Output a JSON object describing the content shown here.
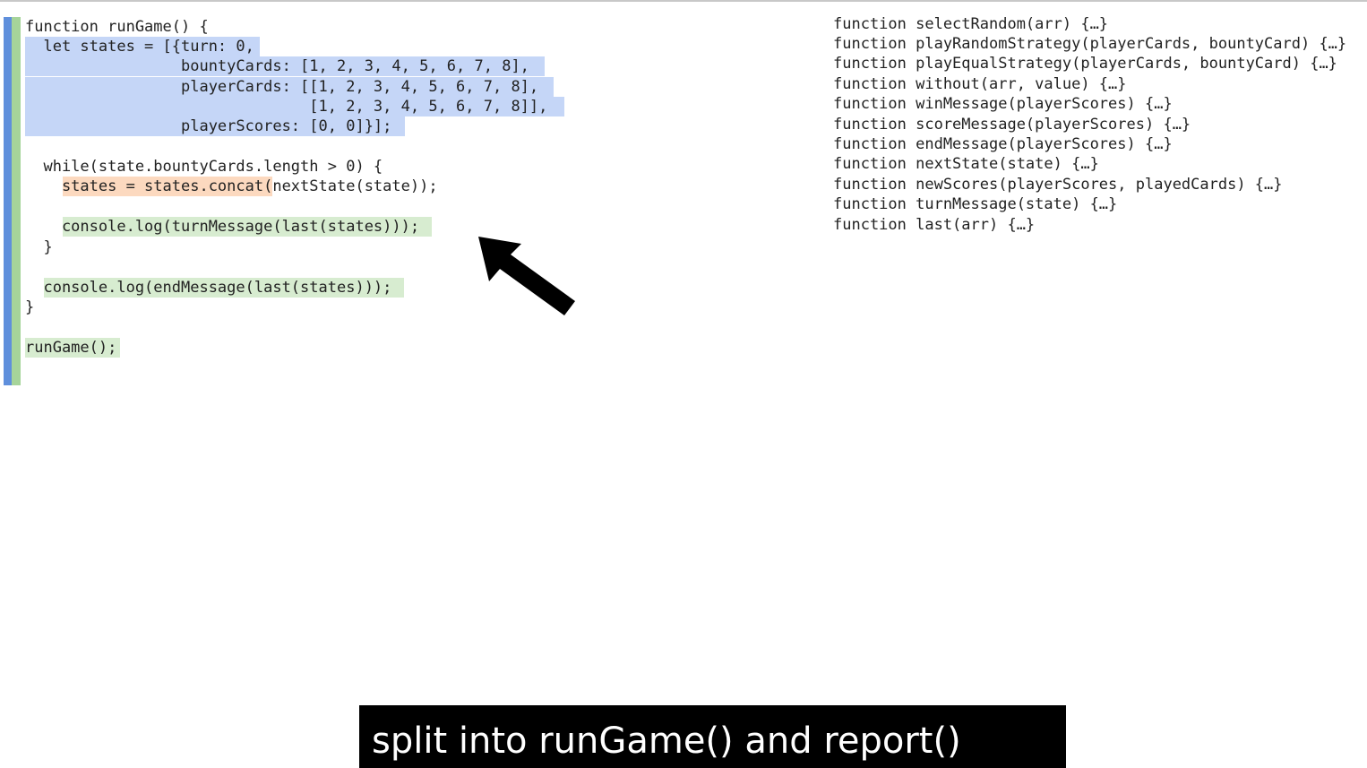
{
  "code": {
    "line_01": "function runGame() {",
    "line_02": "  let states = [{turn: 0,",
    "line_03": "                 bountyCards: [1, 2, 3, 4, 5, 6, 7, 8],",
    "line_04": "                 playerCards: [[1, 2, 3, 4, 5, 6, 7, 8],",
    "line_05": "                               [1, 2, 3, 4, 5, 6, 7, 8]],",
    "line_06": "                 playerScores: [0, 0]}];",
    "line_07": "  while(state.bountyCards.length > 0) {",
    "line_08": "    states = states.concat(nextState(state));",
    "line_09": "    console.log(turnMessage(last(states)));",
    "line_10": "  }",
    "line_11": "  console.log(endMessage(last(states)));",
    "line_12": "}",
    "line_13": "runGame();"
  },
  "functions": [
    "function selectRandom(arr) {…}",
    "function playRandomStrategy(playerCards, bountyCard) {…}",
    "function playEqualStrategy(playerCards, bountyCard) {…}",
    "function without(arr, value) {…}",
    "function winMessage(playerScores) {…}",
    "function scoreMessage(playerScores) {…}",
    "function endMessage(playerScores) {…}",
    "function nextState(state) {…}",
    "function newScores(playerScores, playedCards) {…}",
    "function turnMessage(state) {…}",
    "function last(arr) {…}"
  ],
  "caption": "split into runGame() and report()",
  "colors": {
    "highlight_blue": "#c5d6f7",
    "highlight_orange": "#fcd9bf",
    "highlight_green": "#d7ecd0",
    "gutter_blue": "#5f8fdc",
    "gutter_green": "#a6d49a"
  },
  "icons": [
    "pointer-arrow-icon"
  ]
}
